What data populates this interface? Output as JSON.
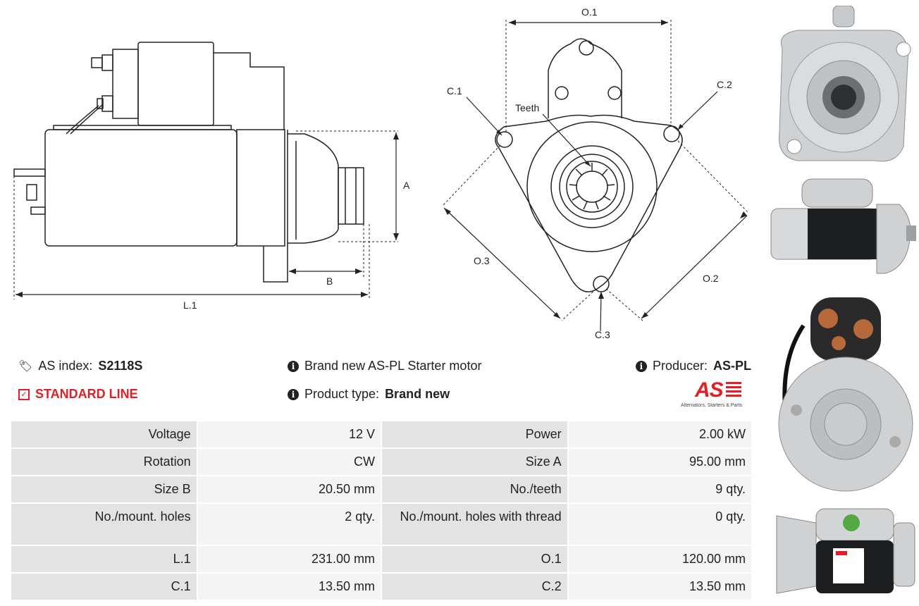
{
  "drawings": {
    "side_view": {
      "label_A": "A",
      "label_B": "B",
      "label_L1": "L.1"
    },
    "front_view": {
      "label_O1": "O.1",
      "label_O2": "O.2",
      "label_O3": "O.3",
      "label_C1": "C.1",
      "label_C2": "C.2",
      "label_C3": "C.3",
      "label_teeth": "Teeth"
    }
  },
  "info": {
    "as_index_label": "AS index:",
    "as_index_value": "S2118S",
    "standard_line": "STANDARD LINE",
    "description": "Brand new AS-PL Starter motor",
    "product_type_label": "Product type:",
    "product_type_value": "Brand new",
    "producer_label": "Producer:",
    "producer_value": "AS-PL",
    "logo_text": "AS",
    "logo_tagline": "Alternators, Starters & Parts"
  },
  "specs": [
    [
      "Voltage",
      "12 V",
      "Power",
      "2.00 kW"
    ],
    [
      "Rotation",
      "CW",
      "Size A",
      "95.00 mm"
    ],
    [
      "Size B",
      "20.50 mm",
      "No./teeth",
      "9 qty."
    ],
    [
      "No./mount. holes",
      "2 qty.",
      "No./mount. holes with thread",
      "0 qty."
    ],
    [
      "L.1",
      "231.00 mm",
      "O.1",
      "120.00 mm"
    ],
    [
      "C.1",
      "13.50 mm",
      "C.2",
      "13.50 mm"
    ]
  ],
  "colors": {
    "accent": "#e31e24",
    "label_bg": "#e3e3e3",
    "value_bg": "#f4f4f4"
  }
}
